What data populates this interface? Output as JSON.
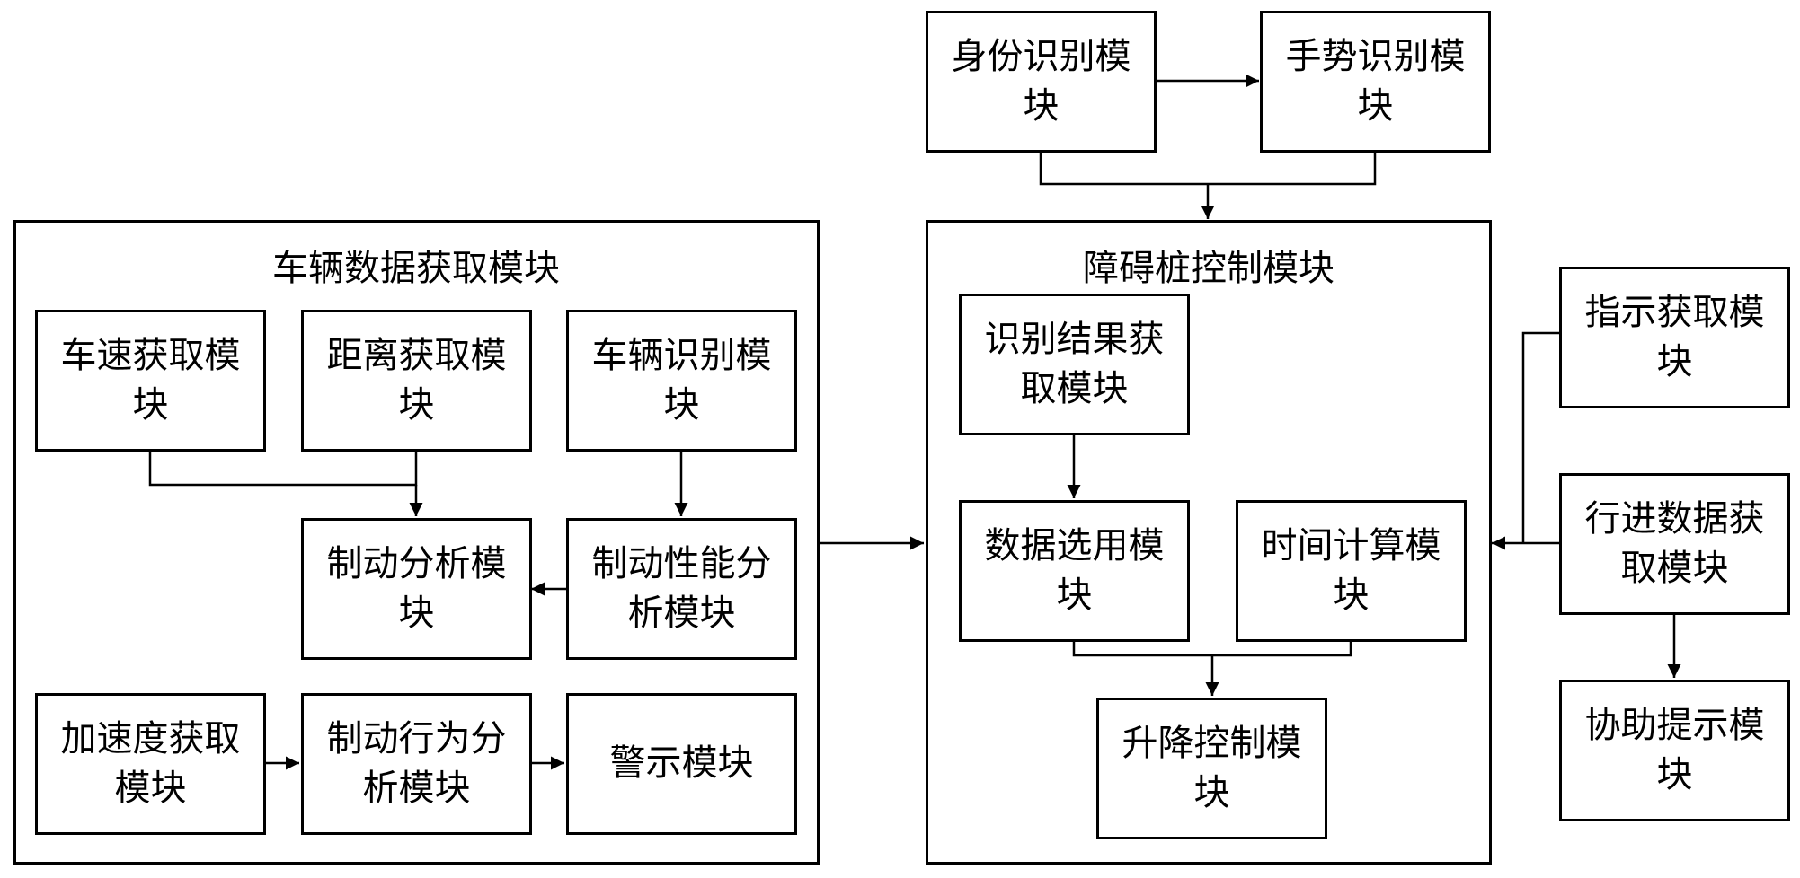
{
  "groups": {
    "vehicle_data": {
      "title": "车辆数据获取模块",
      "speed": "车速获取模块",
      "distance": "距离获取模块",
      "vehicle_id": "车辆识别模块",
      "brake_analysis": "制动分析模块",
      "brake_perf": "制动性能分析模块",
      "accel": "加速度获取模块",
      "brake_behavior": "制动行为分析模块",
      "warning": "警示模块"
    },
    "barrier_control": {
      "title": "障碍桩控制模块",
      "result_fetch": "识别结果获取模块",
      "data_select": "数据选用模块",
      "time_calc": "时间计算模块",
      "lift_control": "升降控制模块"
    }
  },
  "top": {
    "identity": "身份识别模块",
    "gesture": "手势识别模块"
  },
  "right": {
    "instruction": "指示获取模块",
    "travel_data": "行进数据获取模块",
    "assist": "协助提示模块"
  }
}
